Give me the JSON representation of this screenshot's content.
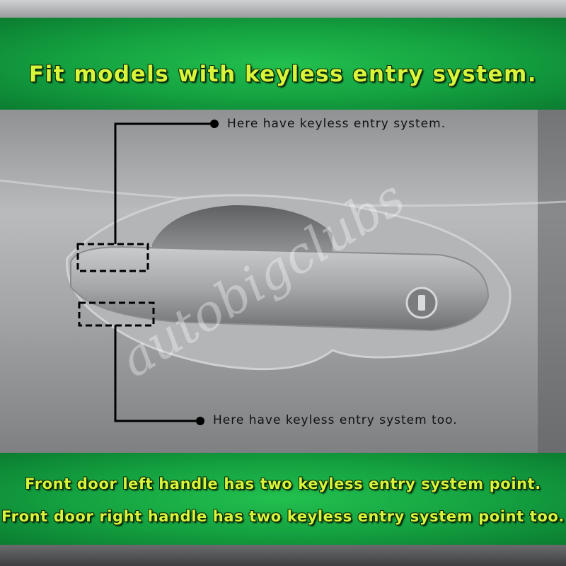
{
  "header": {
    "headline": "Fit models with keyless entry system."
  },
  "callouts": [
    {
      "text": "Here have keyless entry system."
    },
    {
      "text": "Here have keyless entry system too."
    }
  ],
  "footer": {
    "line1": "Front door left handle has two keyless entry system point.",
    "line2": "Front door right handle has two keyless entry system point too."
  },
  "watermark": "autobigclubs",
  "colors": {
    "banner_green": "#14a040",
    "text_yellow": "#d8f53a",
    "door_grey": "#a9abad"
  }
}
